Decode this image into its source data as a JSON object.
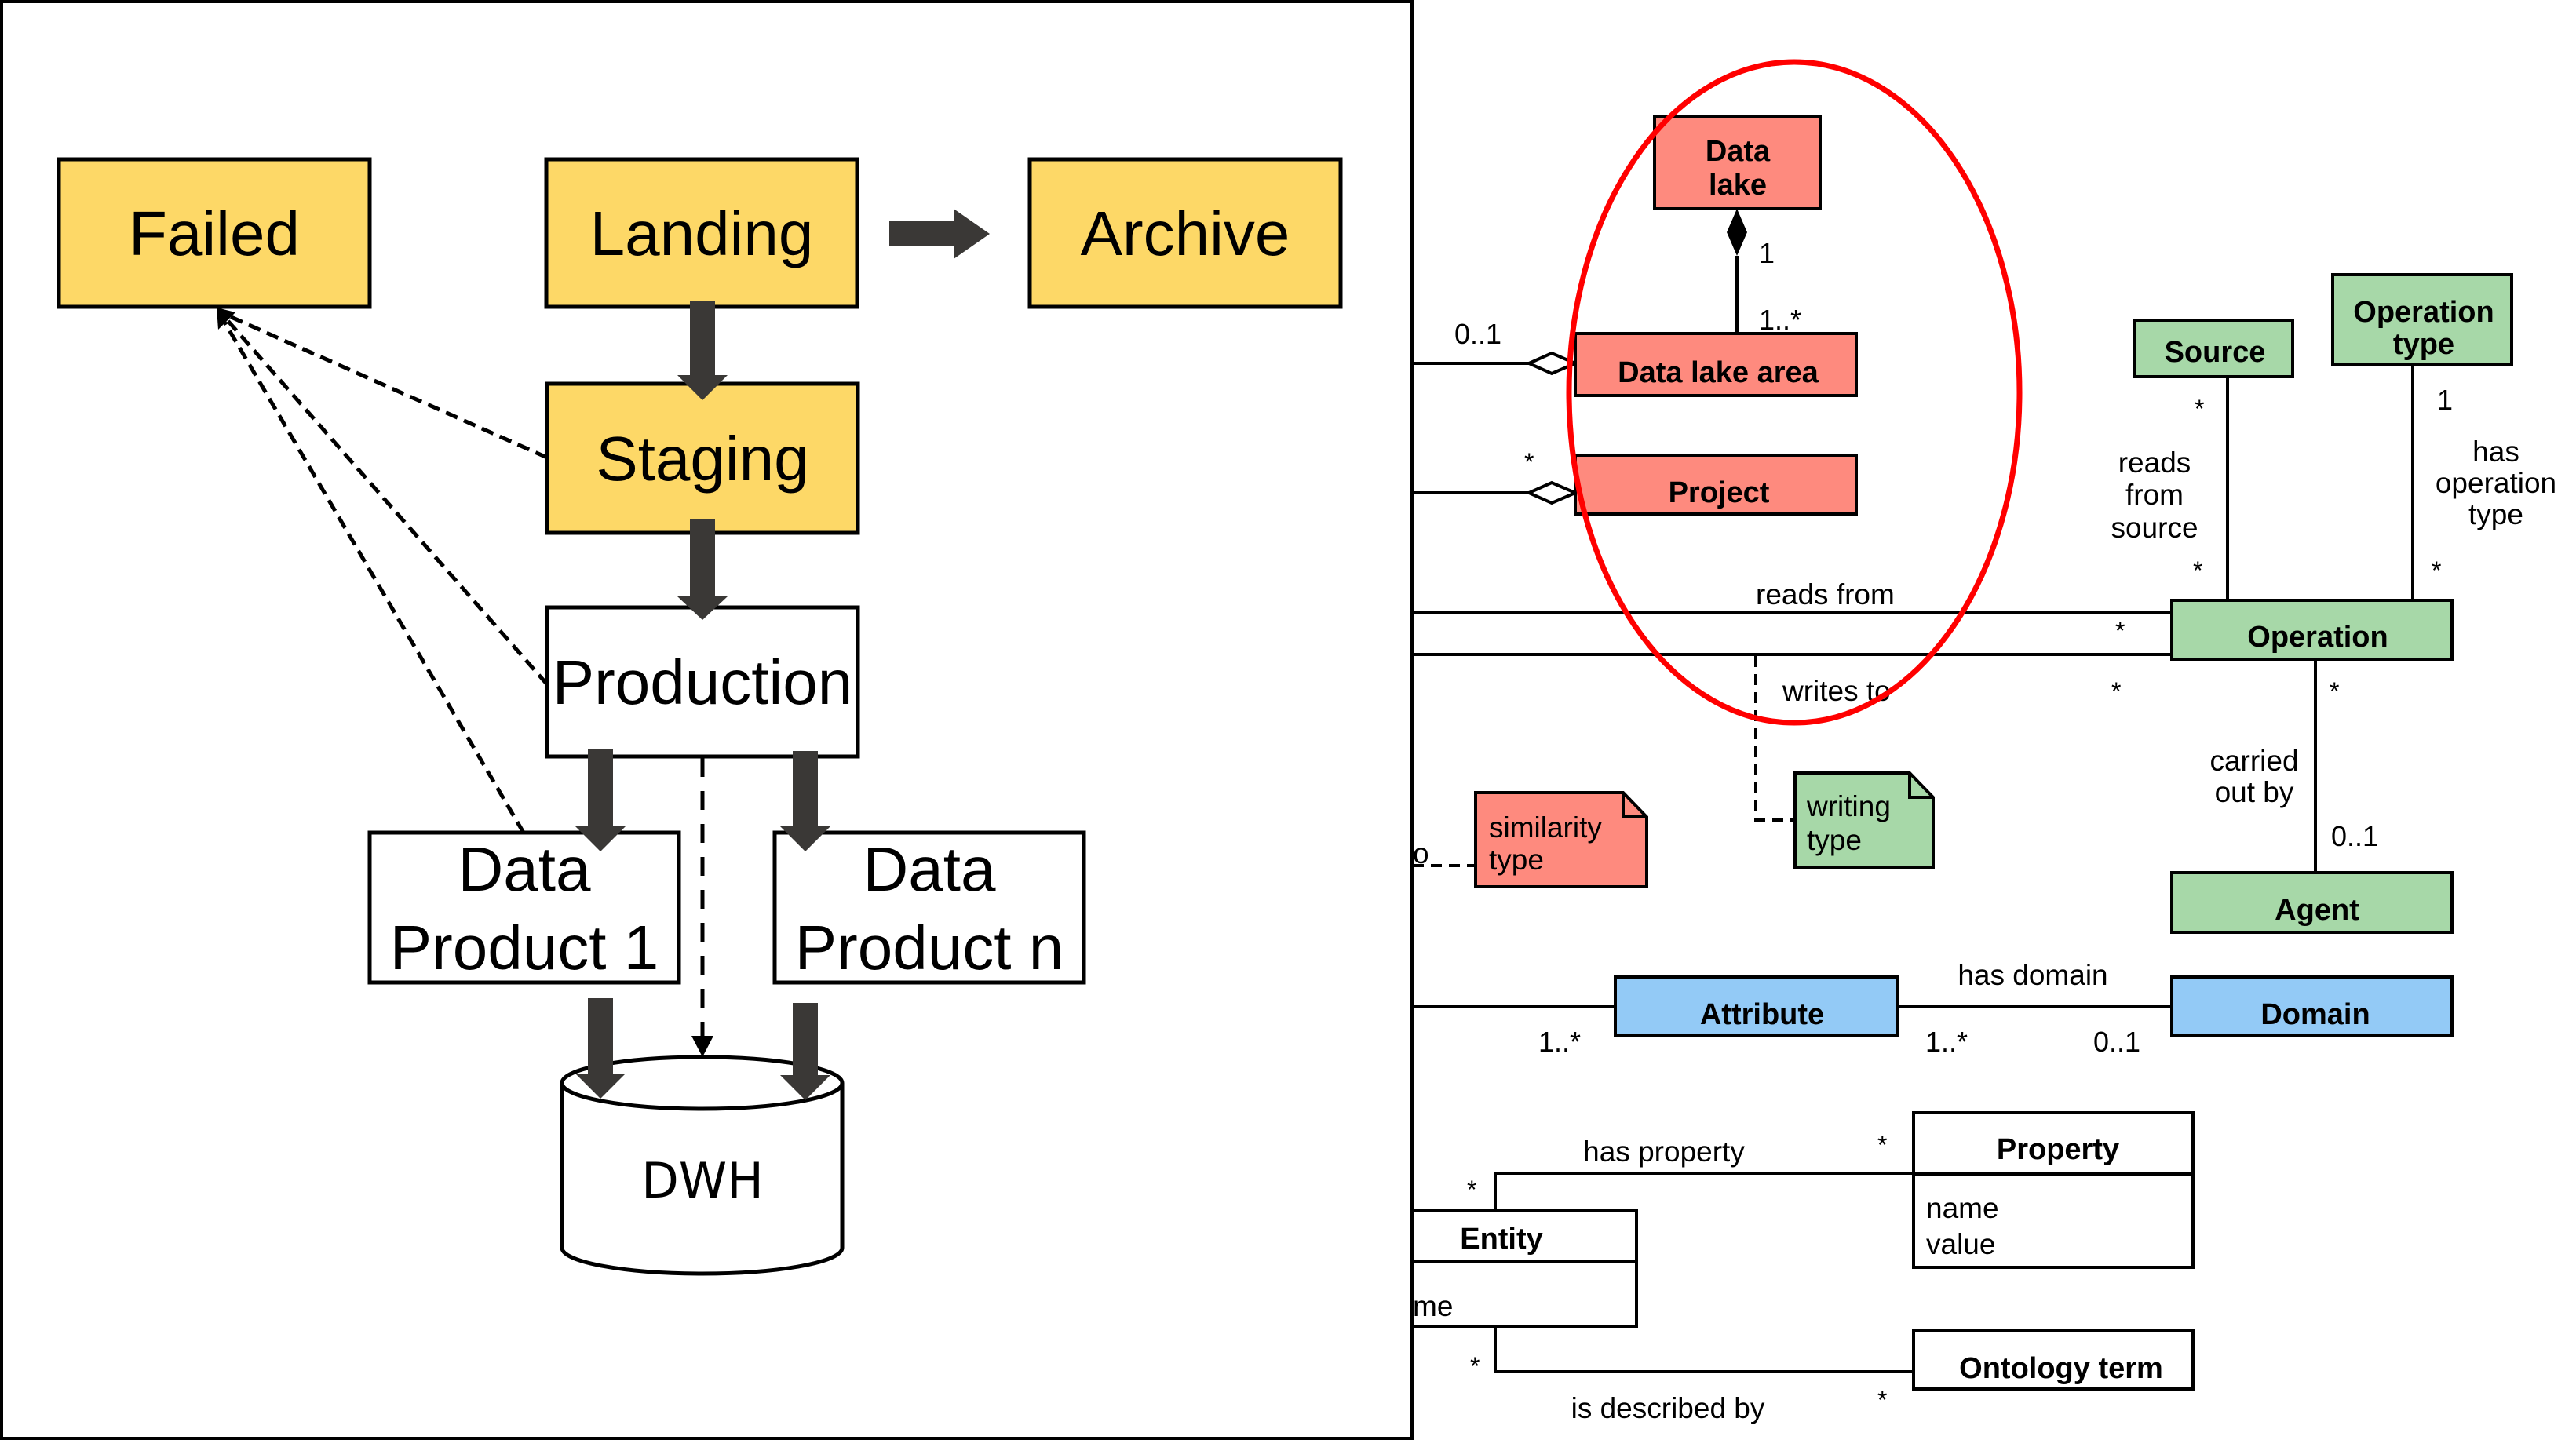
{
  "colors": {
    "stage_yellow": "#FDD867",
    "salmon": "#FE8A7E",
    "green": "#A7D8A8",
    "blue": "#93CAF6",
    "arrow_dark": "#3A3836",
    "highlight_red": "#FF0000"
  },
  "left_diagram": {
    "nodes": {
      "failed": "Failed",
      "landing": "Landing",
      "archive": "Archive",
      "staging": "Staging",
      "production": "Production",
      "data_product_1": [
        "Data",
        "Product 1"
      ],
      "data_product_n": [
        "Data",
        "Product n"
      ],
      "dwh": "DWH"
    }
  },
  "right_diagram": {
    "classes": {
      "data_lake": [
        "Data",
        "lake"
      ],
      "data_lake_area": "Data lake area",
      "project": "Project",
      "source": "Source",
      "operation_type": [
        "Operation",
        "type"
      ],
      "operation": "Operation",
      "agent": "Agent",
      "attribute": "Attribute",
      "domain": "Domain",
      "entity": "Entity",
      "entity_attr_partial": "me",
      "property": "Property",
      "property_attrs": [
        "name",
        "value"
      ],
      "ontology_term": "Ontology term"
    },
    "notes": {
      "similarity_type": [
        "similarity",
        "type"
      ],
      "writing_type": [
        "writing",
        "type"
      ]
    },
    "associations": {
      "reads_from": "reads from",
      "writes_to": "writes to",
      "reads_from_source": [
        "reads",
        "from",
        "source"
      ],
      "has_operation_type": [
        "has",
        "operation",
        "type"
      ],
      "carried_out_by": [
        "carried",
        "out by"
      ],
      "has_domain": "has domain",
      "has_property": "has property",
      "is_described_by": "is described by",
      "partial_edge_label": "o"
    },
    "multiplicities": {
      "data_lake_end": "1",
      "data_lake_area_end": "1..*",
      "data_lake_area_agg": "0..1",
      "project_agg": "*",
      "source_top": "*",
      "source_bottom": "*",
      "optype_top": "1",
      "optype_bottom": "*",
      "reads_from_op": "*",
      "writes_to_op": "*",
      "operation_agent_top": "*",
      "agent_end": "0..1",
      "attribute_left": "1..*",
      "attribute_right": "1..*",
      "domain_end": "0..1",
      "has_property_entity": "*",
      "has_property_property": "*",
      "described_entity": "*",
      "described_ontology": "*"
    }
  }
}
